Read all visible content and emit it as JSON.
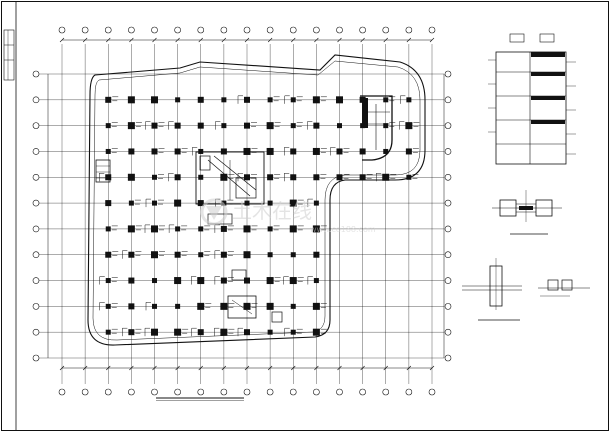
{
  "drawing": {
    "grid": {
      "columns": 17,
      "rows": 12
    },
    "labels": {
      "left_note": "",
      "detail_1_title": "",
      "detail_2_title": "",
      "plan_title": ""
    }
  },
  "watermark": {
    "text": "土木在线",
    "url": "www.co188.com"
  },
  "colors": {
    "ink": "#111111",
    "watermark": "#cfcfcf"
  }
}
